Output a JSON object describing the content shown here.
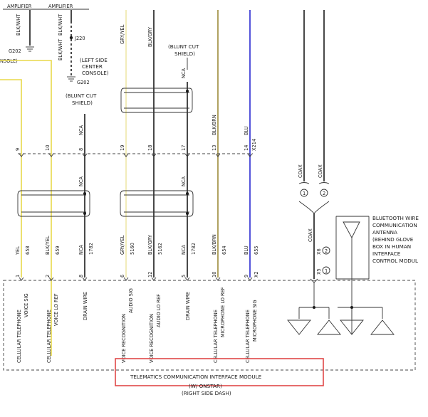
{
  "top_labels": {
    "amplifier_left": "AMPLIFIER",
    "amplifier_right": "AMPLIFIER",
    "g202_left": "G202",
    "nsole": "NSOLE)",
    "j220": "J220",
    "left_center_console": [
      "(LEFT SIDE",
      "CENTER",
      "CONSOLE)"
    ],
    "g202_right": "G202"
  },
  "top_wire_colors": [
    "BLK/WHT",
    "BLK/WHT",
    "BLK/WHT"
  ],
  "upper_wires": {
    "voice_rec_color": "GRY/YEL",
    "blk_gry_color": "BLK/GRY",
    "nca_color": "NCA",
    "blk_brn_color": "BLK/BRN",
    "blu_color": "BLU"
  },
  "shield_labels": {
    "right": [
      "(BLUNT CUT",
      "SHIELD)"
    ],
    "left": [
      "(BLUNT CUT",
      "SHIELD)"
    ]
  },
  "nca_left": "NCA",
  "connector_x214": "X214",
  "connector_x214_pins": [
    "9",
    "10",
    "8",
    "19",
    "18",
    "17",
    "13",
    "14"
  ],
  "wires": [
    {
      "color": "YEL",
      "circuit": "658",
      "pin": "1",
      "label": [
        "CELLULAR TELEPHONE",
        "VOICE SIG"
      ]
    },
    {
      "color": "BLK/YEL",
      "circuit": "659",
      "pin": "2",
      "label": [
        "CELLULAR TELEPHONE",
        "VOICE LO REF"
      ]
    },
    {
      "color": "NCA",
      "circuit": "1782",
      "pin": "8",
      "label": [
        "DRAIN WIRE"
      ]
    },
    {
      "color": "GRY/YEL",
      "circuit": "5160",
      "pin": "6",
      "label": [
        "VOICE RECOGNITION",
        "AUDIO SIG"
      ]
    },
    {
      "color": "BLK/GRY",
      "circuit": "5162",
      "pin": "12",
      "label": [
        "VOICE RECOGNITION",
        "AUDIO LO REF"
      ]
    },
    {
      "color": "NCA",
      "circuit": "1782",
      "pin": "5",
      "label": [
        "DRAIN WIRE"
      ]
    },
    {
      "color": "BLK/BRN",
      "circuit": "654",
      "pin": "10",
      "label": [
        "CELLULAR TELEPHONE",
        "MICROPHONE LO REF"
      ]
    },
    {
      "color": "BLU",
      "circuit": "655",
      "pin": "9",
      "label": [
        "CELLULAR TELEPHONE",
        "MICROPHONE SIG"
      ]
    }
  ],
  "connector_x2": "X2",
  "coax": {
    "top_labels": [
      "COAX",
      "COAX"
    ],
    "circles": [
      "1",
      "2"
    ],
    "lower_label": "COAX",
    "x6": "X6",
    "x6_pin": "2",
    "x5": "X5",
    "x5_pin": "1"
  },
  "antenna_label": [
    "BLUETOOTH WIRE",
    "COMMUNICATION",
    "ANTENNA",
    "(BEHIND GLOVE",
    "BOX IN HUMAN",
    "INTERFACE",
    "CONTROL MODUL"
  ],
  "module": {
    "name": "TELEMATICS COMMUNICATION INTERFACE MODULE",
    "sub1": "(W/ ONSTAR)",
    "sub2": "(RIGHT SIDE DASH)"
  },
  "colors": {
    "yellow_wire": "#e8d84a",
    "pale_yellow_wire": "#efe7a8",
    "olive_wire": "#9c8a3a",
    "blue_wire": "#2a2ad0",
    "black_wire": "#1a1a1a",
    "highlight_box": "#e04848"
  }
}
